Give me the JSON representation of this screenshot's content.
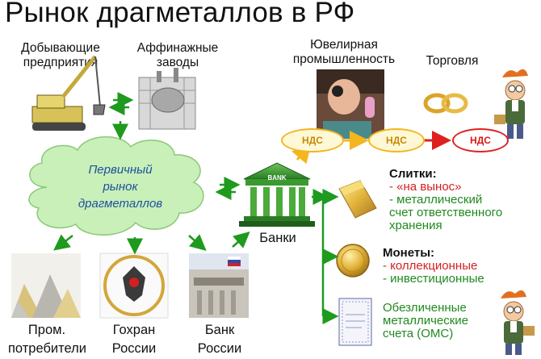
{
  "title": "Рынок драгметаллов в РФ",
  "mining": {
    "line1": "Добывающие",
    "line2": "предприятия"
  },
  "refining": {
    "line1": "Аффинажные",
    "line2": "заводы"
  },
  "jewelry": {
    "line1": "Ювелирная",
    "line2": "промышленность"
  },
  "trade": {
    "label": "Торговля"
  },
  "cloud": {
    "line1": "Первичный",
    "line2": "рынок",
    "line3": "драгметаллов"
  },
  "banks": {
    "label": "Банки",
    "sign": "BANK"
  },
  "vat": {
    "label1": "НДС",
    "label2": "НДС",
    "label3": "НДС"
  },
  "bars": {
    "heading": "Слитки:",
    "item1": "- «на вынос»",
    "item2_l1": "- металлический",
    "item2_l2": "счет ответственного",
    "item2_l3": "хранения"
  },
  "coins": {
    "heading": "Монеты:",
    "item1": "- коллекционные",
    "item2": "- инвестиционные"
  },
  "oms": {
    "line1": "Обезличенные",
    "line2": "металлические",
    "line3": "счета (ОМС)"
  },
  "industrial": {
    "line1": "Пром.",
    "line2": "потребители"
  },
  "gokhran": {
    "line1": "Гохран",
    "line2": "России"
  },
  "central_bank": {
    "line1": "Банк",
    "line2": "России"
  },
  "colors": {
    "arrow_green": "#1e9a1e",
    "arrow_red": "#e02020",
    "arrow_yellow": "#f3b61f",
    "cloud_fill": "#c8f0b8",
    "cloud_text": "#1f4fa0",
    "red_text": "#d42020",
    "green_text": "#1f8a1f"
  }
}
